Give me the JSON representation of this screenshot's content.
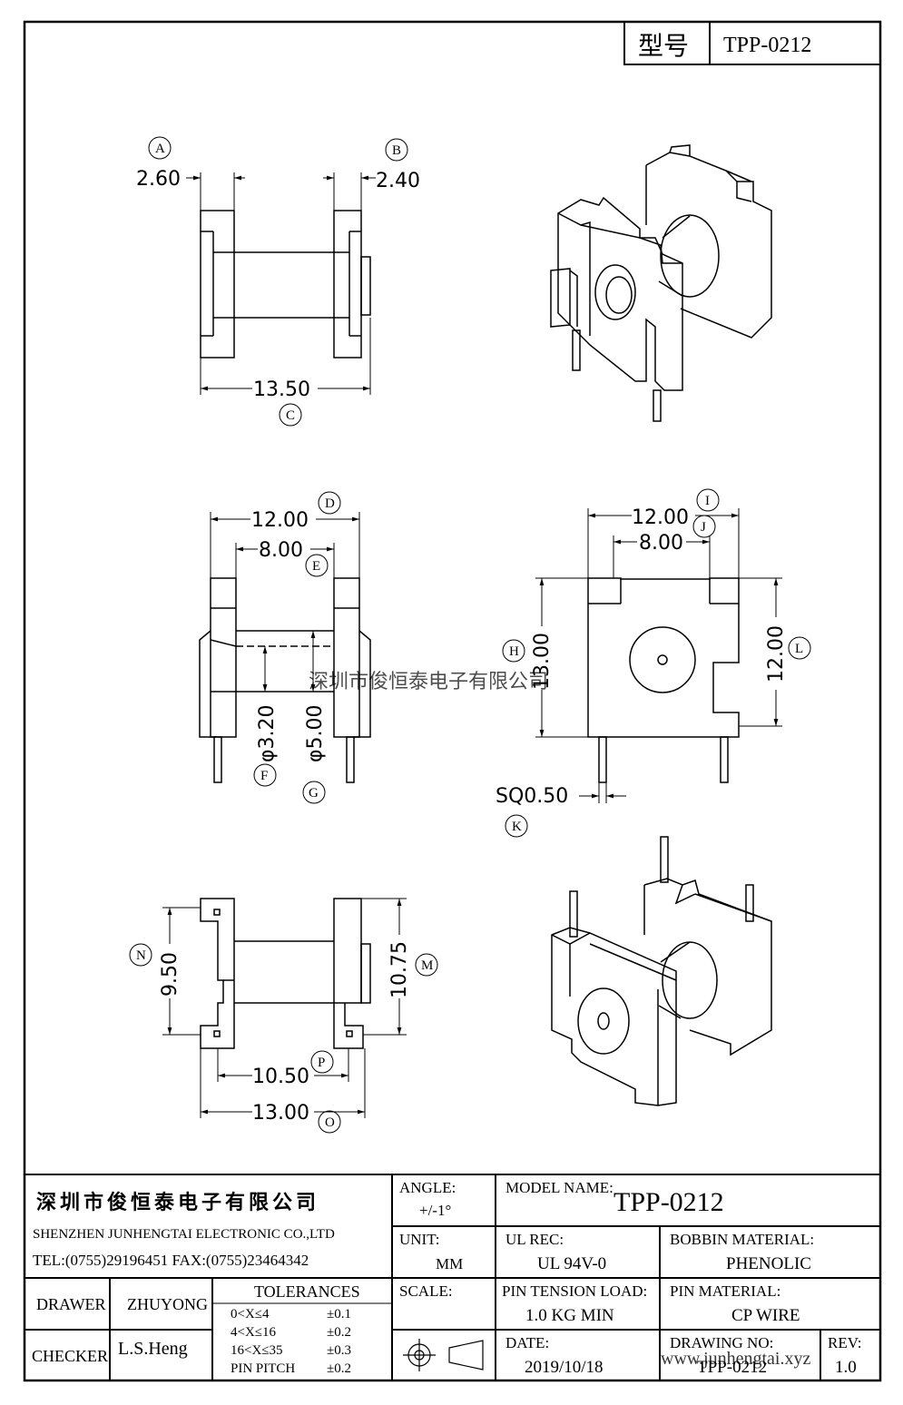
{
  "title_block_top": {
    "label_model": "型号",
    "model": "TPP-0212"
  },
  "bubbles": {
    "A": "A",
    "B": "B",
    "C": "C",
    "D": "D",
    "E": "E",
    "F": "F",
    "G": "G",
    "H": "H",
    "I": "I",
    "J": "J",
    "K": "K",
    "L": "L",
    "M": "M",
    "N": "N",
    "O": "O",
    "P": "P"
  },
  "dims": {
    "a": "2.60",
    "b": "2.40",
    "c": "13.50",
    "d": "12.00",
    "e": "8.00",
    "f": "φ3.20",
    "g": "φ5.00",
    "h": "13.00",
    "i": "12.00",
    "j": "8.00",
    "k": "SQ0.50",
    "l": "12.00",
    "m": "10.75",
    "n": "9.50",
    "o": "13.00",
    "p": "10.50"
  },
  "watermark": "深圳市俊恒泰电子有限公司",
  "company": {
    "cn": "深圳市俊恒泰电子有限公司",
    "en": "SHENZHEN JUNHENGTAI ELECTRONIC CO.,LTD",
    "contact": "TEL:(0755)29196451 FAX:(0755)23464342"
  },
  "people": {
    "drawer_label": "DRAWER",
    "drawer": "ZHUYONG",
    "checker_label": "CHECKER",
    "checker": "L.S.Heng"
  },
  "tolerances": {
    "title": "TOLERANCES",
    "rows": [
      {
        "range": "0<X≤4",
        "tol": "±0.1"
      },
      {
        "range": "4<X≤16",
        "tol": "±0.2"
      },
      {
        "range": "16<X≤35",
        "tol": "±0.3"
      },
      {
        "range": "PIN PITCH",
        "tol": "±0.2"
      }
    ]
  },
  "angle": {
    "label": "ANGLE:",
    "value": "+/-1°"
  },
  "unit": {
    "label": "UNIT:",
    "value": "MM"
  },
  "scale": {
    "label": "SCALE:"
  },
  "model_name": {
    "label": "MODEL NAME:",
    "value": "TPP-0212"
  },
  "ul_rec": {
    "label": "UL REC:",
    "value": "UL 94V-0"
  },
  "bobbin_material": {
    "label": "BOBBIN MATERIAL:",
    "value": "PHENOLIC"
  },
  "pin_tension": {
    "label": "PIN TENSION LOAD:",
    "value": "1.0 KG MIN"
  },
  "pin_material": {
    "label": "PIN MATERIAL:",
    "value": "CP WIRE"
  },
  "date": {
    "label": "DATE:",
    "value": "2019/10/18"
  },
  "drawing_no": {
    "label": "DRAWING NO:",
    "value": "TPP-0212"
  },
  "rev": {
    "label": "REV:",
    "value": "1.0"
  },
  "website": "www.junhengtai.xyz"
}
